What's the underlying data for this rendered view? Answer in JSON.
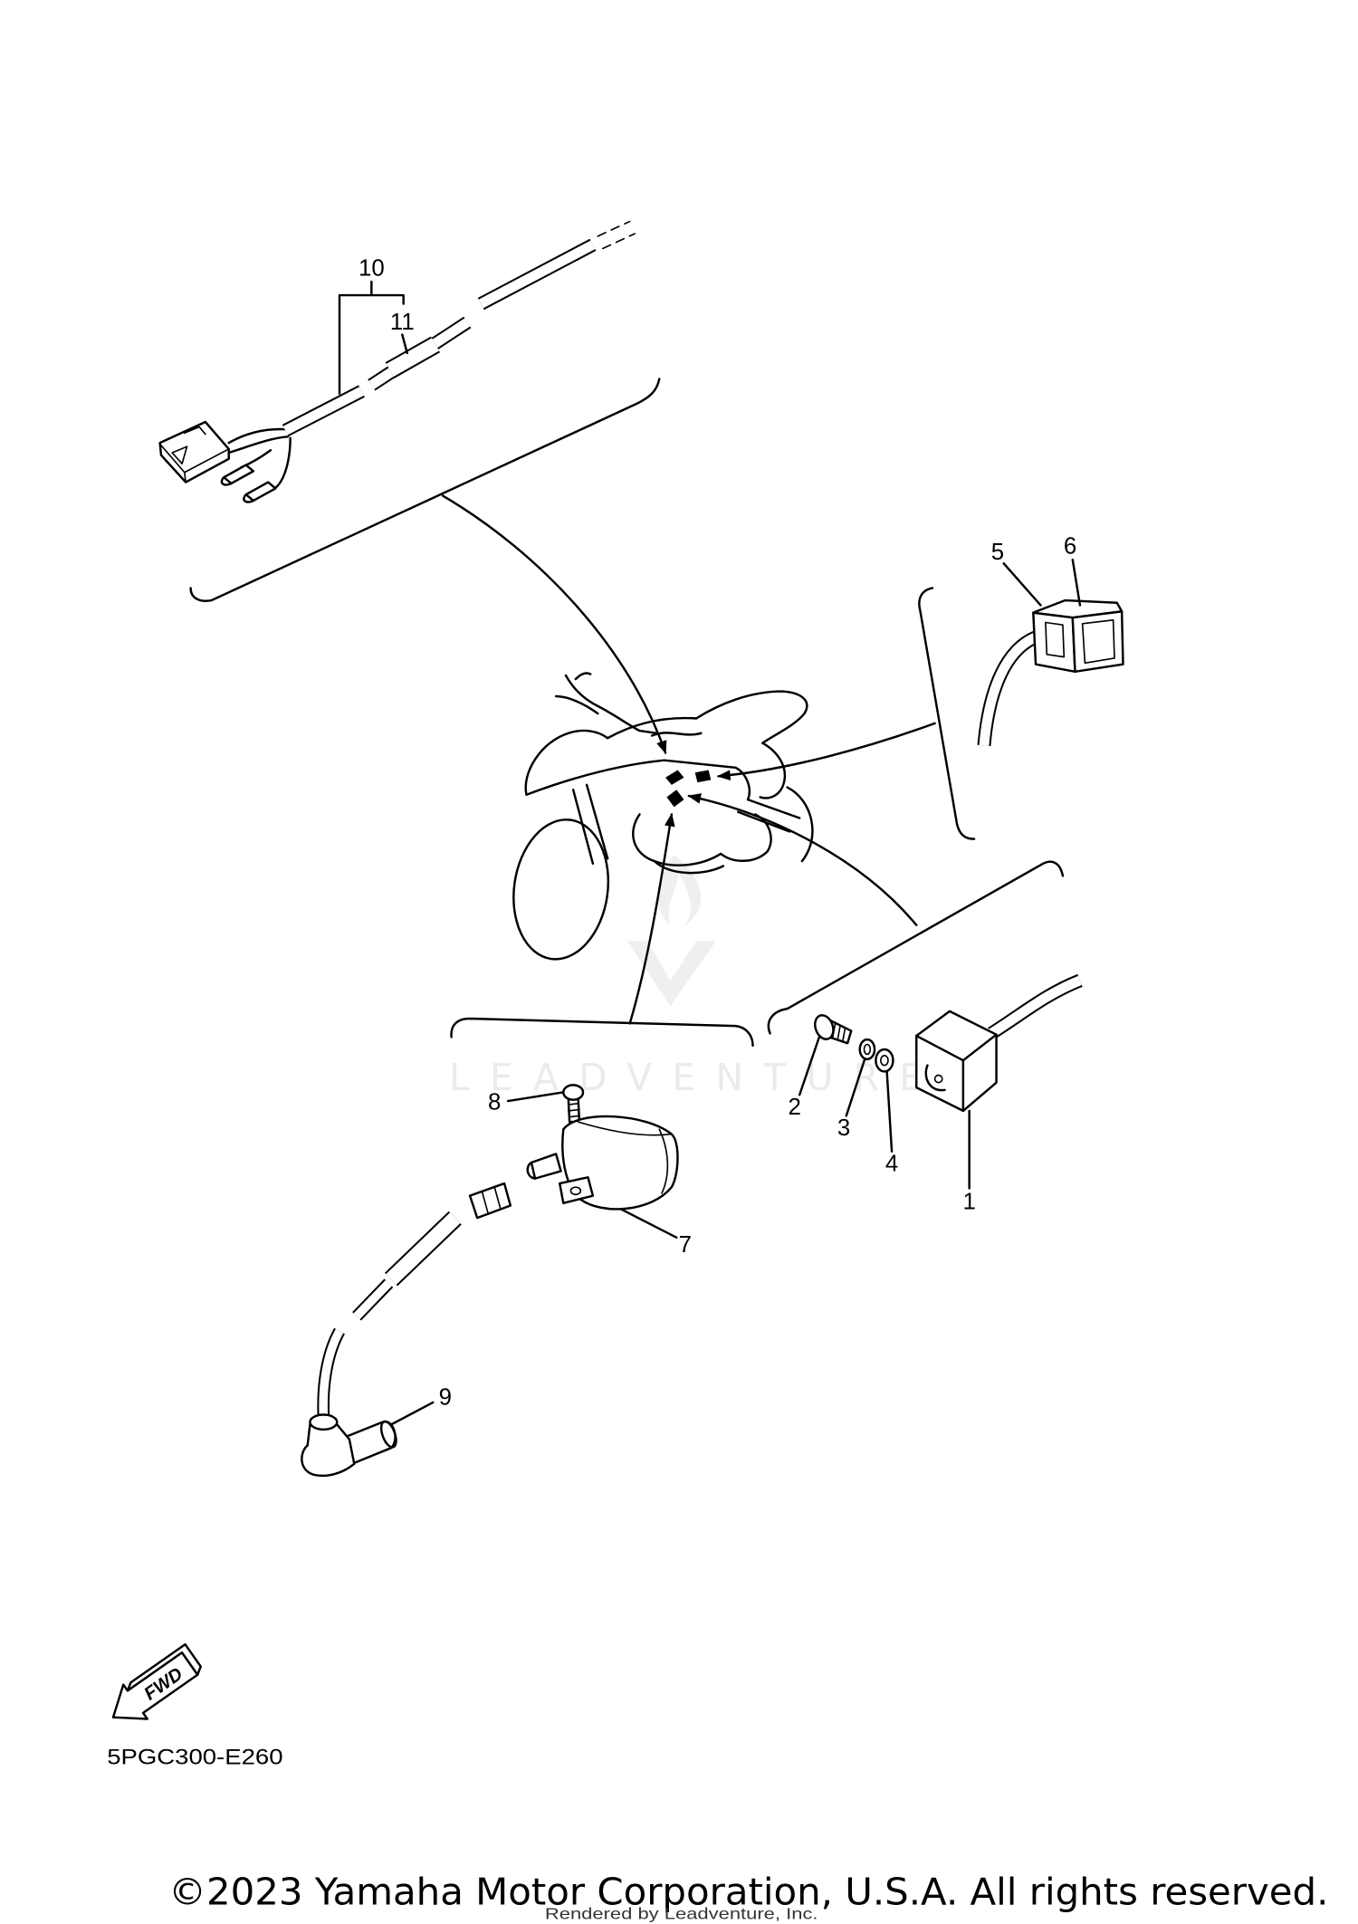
{
  "callouts": {
    "item_1": "1",
    "item_2": "2",
    "item_3": "3",
    "item_4": "4",
    "item_5": "5",
    "item_6": "6",
    "item_7": "7",
    "item_8": "8",
    "item_9": "9",
    "item_10": "10",
    "item_11": "11"
  },
  "fwd_label": "FWD",
  "diagram_code": "5PGC300-E260",
  "copyright": "©2023 Yamaha Motor Corporation, U.S.A. All rights reserved.",
  "rendered_by": "Rendered by Leadventure, Inc.",
  "watermark": "LEADVENTURE",
  "icons": {
    "forward_direction": "fwd-arrow-icon"
  },
  "colors": {
    "line": "#000000",
    "background": "#ffffff",
    "watermark": "#ebebeb"
  }
}
